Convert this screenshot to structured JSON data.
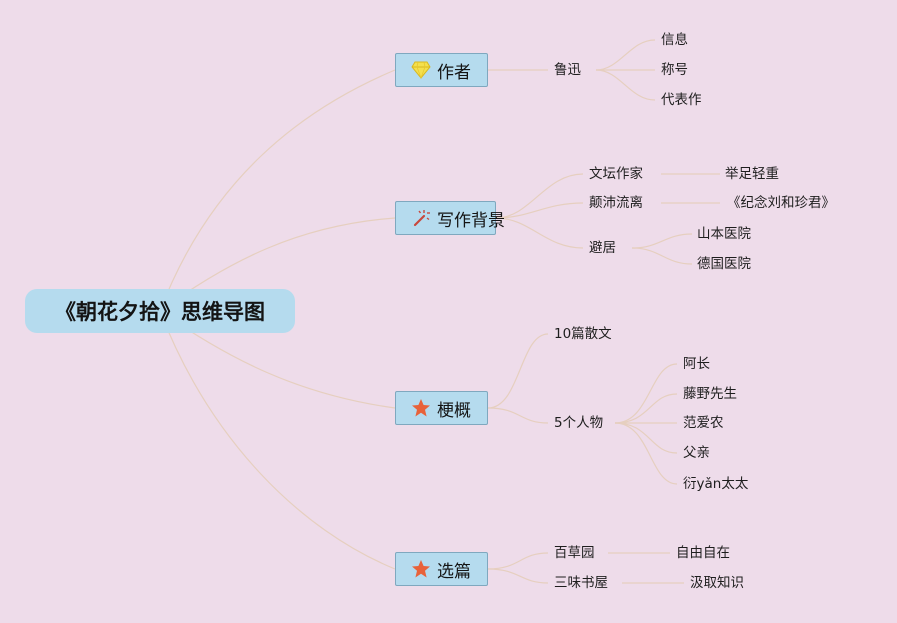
{
  "root": {
    "title": "《朝花夕拾》思维导图"
  },
  "branches": [
    {
      "label": "作者",
      "icon": "gem-icon",
      "children": [
        {
          "label": "鲁迅",
          "children": [
            {
              "label": "信息"
            },
            {
              "label": "称号"
            },
            {
              "label": "代表作"
            }
          ]
        }
      ]
    },
    {
      "label": "写作背景",
      "icon": "magic-wand-icon",
      "children": [
        {
          "label": "文坛作家",
          "children": [
            {
              "label": "举足轻重"
            }
          ]
        },
        {
          "label": "颠沛流离",
          "children": [
            {
              "label": "《纪念刘和珍君》"
            }
          ]
        },
        {
          "label": "避居",
          "children": [
            {
              "label": "山本医院"
            },
            {
              "label": "德国医院"
            }
          ]
        }
      ]
    },
    {
      "label": "梗概",
      "icon": "star-icon",
      "children": [
        {
          "label": "10篇散文",
          "children": []
        },
        {
          "label": "5个人物",
          "children": [
            {
              "label": "阿长"
            },
            {
              "label": "藤野先生"
            },
            {
              "label": "范爱农"
            },
            {
              "label": "父亲"
            },
            {
              "label": "衍yǎn太太"
            }
          ]
        }
      ]
    },
    {
      "label": "选篇",
      "icon": "star-icon",
      "children": [
        {
          "label": "百草园",
          "children": [
            {
              "label": "自由自在"
            }
          ]
        },
        {
          "label": "三味书屋",
          "children": [
            {
              "label": "汲取知识"
            }
          ]
        }
      ]
    }
  ],
  "colors": {
    "background": "#eedcea",
    "node_fill": "#b5dbee",
    "node_border": "#7fa8bf",
    "connector": "#e6cfbf",
    "gem": "#f4e04d",
    "star": "#e8623a",
    "wand": "#c8483c"
  }
}
